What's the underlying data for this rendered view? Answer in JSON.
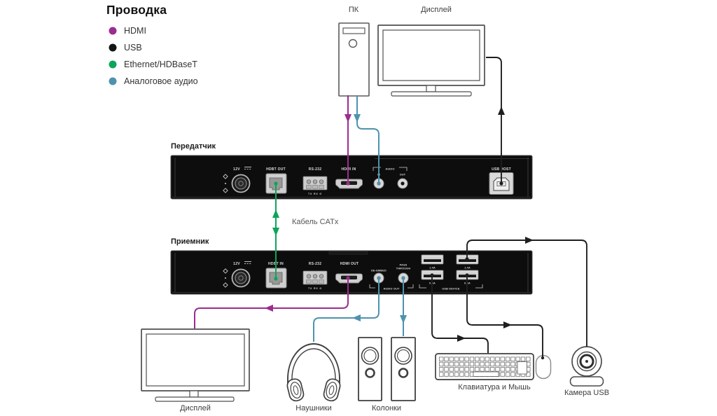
{
  "legend": {
    "title": "Проводка",
    "items": [
      {
        "label": "HDMI",
        "color": "#9B2D8E"
      },
      {
        "label": "USB",
        "color": "#141414"
      },
      {
        "label": "Ethernet/HDBaseT",
        "color": "#0EA45B"
      },
      {
        "label": "Аналоговое аудио",
        "color": "#4E93AE"
      }
    ]
  },
  "colors": {
    "hdmi": "#9B2D8E",
    "usb": "#1F1F1F",
    "ethernet": "#0EA45B",
    "audio": "#4E93AE"
  },
  "labels": {
    "pc": "ПК",
    "display_top": "Дисплей",
    "display_bottom": "Дисплей",
    "headphones": "Наушники",
    "speakers": "Колонки",
    "keyboard_mouse": "Клавиатура и Мышь",
    "camera": "Камера USB",
    "catx": "Кабель CATx"
  },
  "transmitter": {
    "title": "Передатчик",
    "ports": {
      "power": "12V",
      "hdbt": "HDBT OUT",
      "rs232": "RS-232",
      "rs232_pins": "TX RX G",
      "hdmi": "HDMI IN",
      "audio_group": "AUDIO",
      "audio_in": "IN",
      "audio_out": "OUT",
      "usb": "USB HOST"
    }
  },
  "receiver": {
    "title": "Приемник",
    "ports": {
      "power": "12V",
      "hdbt": "HDBT IN",
      "rs232": "RS-232",
      "rs232_pins": "TX RX G",
      "hdmi": "HDMI OUT",
      "de_embed": "DE-EMBED",
      "pass_line1": "PASS",
      "pass_line2": "THROUGH",
      "audio_group": "AUDIO OUT",
      "usb_group": "USB DEVICE",
      "amp_high": "1.4A",
      "amp_low": "0.5A"
    }
  }
}
